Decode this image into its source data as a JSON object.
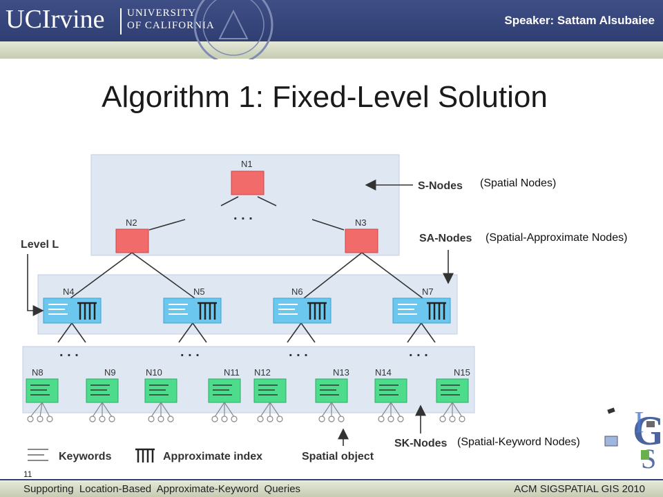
{
  "header": {
    "logo_uci": "UCIrvine",
    "logo_university_line1": "UNIVERSITY",
    "logo_university_line2": "OF CALIFORNIA",
    "speaker": "Speaker: Sattam Alsubaiee"
  },
  "slide": {
    "title": "Algorithm 1: Fixed-Level Solution",
    "page_number": "11"
  },
  "diagram": {
    "labels": {
      "s_nodes": "S-Nodes",
      "sa_nodes": "SA-Nodes",
      "sk_nodes": "SK-Nodes",
      "level_l": "Level L",
      "ellipsis": ". . ."
    },
    "nodes": {
      "n1": "N1",
      "n2": "N2",
      "n3": "N3",
      "n4": "N4",
      "n5": "N5",
      "n6": "N6",
      "n7": "N7",
      "n8": "N8",
      "n9": "N9",
      "n10": "N10",
      "n11": "N11",
      "n12": "N12",
      "n13": "N13",
      "n14": "N14",
      "n15": "N15"
    },
    "legend": {
      "keywords": "Keywords",
      "approximate_index": "Approximate index",
      "spatial_object": "Spatial object"
    },
    "colors": {
      "s_node": "#f26b6b",
      "sa_node": "#6cc7ee",
      "sk_node": "#4cdc8c",
      "level_box": "#dfe7f3"
    }
  },
  "annotations": {
    "spatial_nodes": "(Spatial Nodes)",
    "spatial_approximate_nodes": "(Spatial-Approximate Nodes)",
    "spatial_keyword_nodes": "(Spatial-Keyword Nodes)"
  },
  "footer": {
    "left": "Supporting  Location-Based  Approximate-Keyword  Queries",
    "right": "ACM SIGSPATIAL GIS 2010"
  }
}
